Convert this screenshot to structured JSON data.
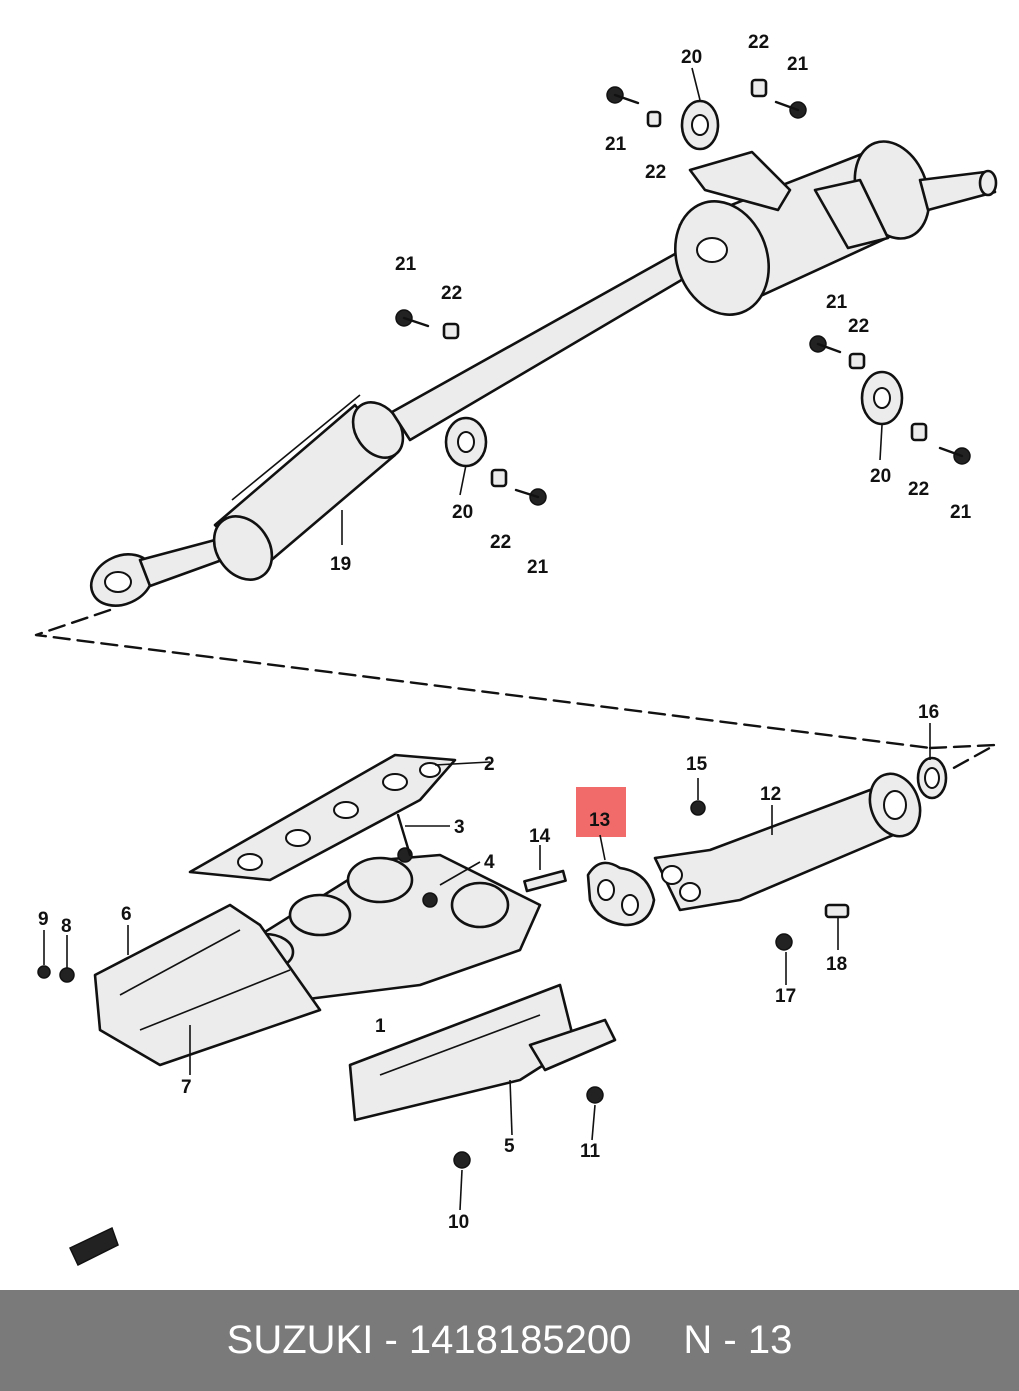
{
  "callouts": {
    "c1": "1",
    "c2": "2",
    "c3": "3",
    "c4": "4",
    "c5": "5",
    "c6": "6",
    "c7": "7",
    "c8": "8",
    "c9": "9",
    "c10": "10",
    "c11": "11",
    "c12": "12",
    "c13": "13",
    "c14": "14",
    "c15": "15",
    "c16": "16",
    "c17": "17",
    "c18": "18",
    "c19": "19",
    "c20": "20",
    "c21": "21",
    "c22": "22"
  },
  "highlight": {
    "part": "13",
    "color": "#f26b6b"
  },
  "footer": {
    "brand": "SUZUKI",
    "separator": "-",
    "part_number": "1418185200",
    "ref_prefix": "N",
    "ref_separator": "-",
    "ref_number": "13"
  },
  "colors": {
    "footer_bg": "#7a7a7a",
    "footer_text": "#ffffff",
    "ink": "#111111"
  }
}
